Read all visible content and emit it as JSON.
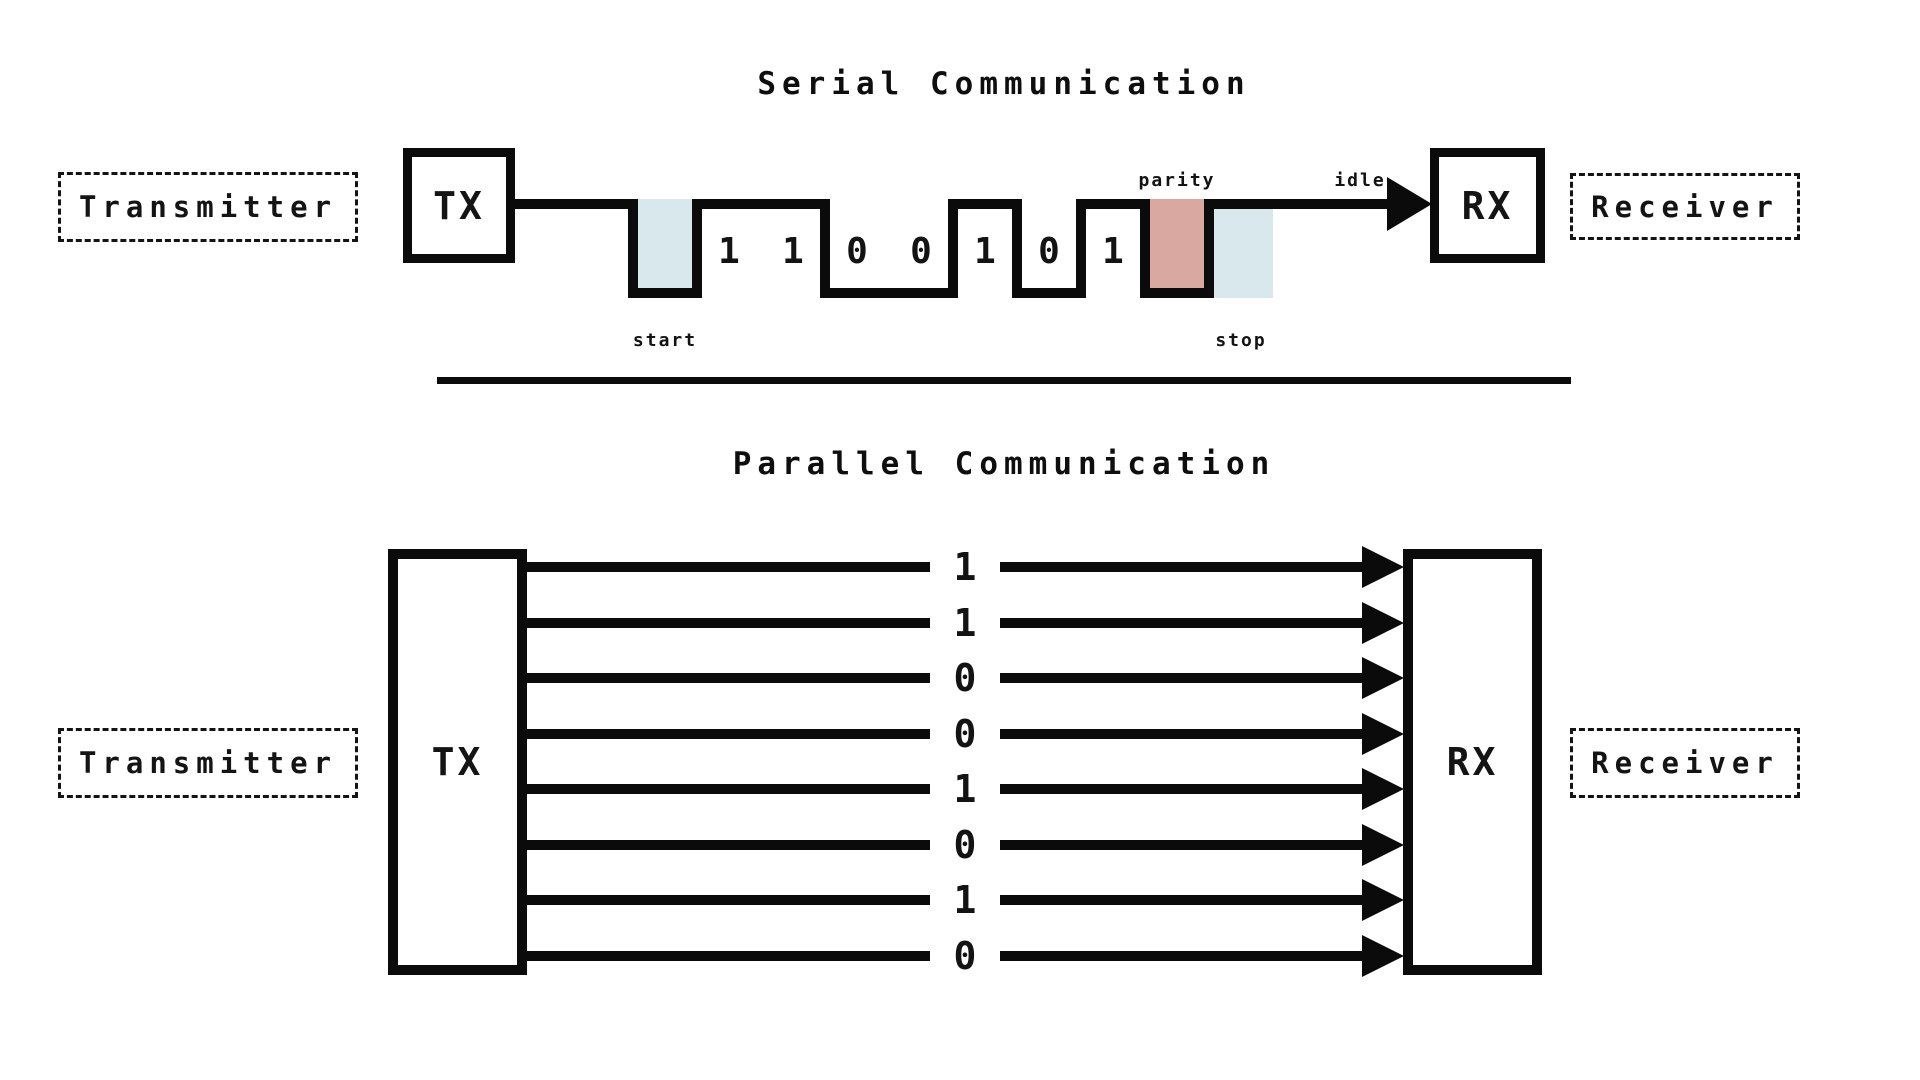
{
  "serial": {
    "title": "Serial Communication",
    "transmitter_label": "Transmitter",
    "receiver_label": "Receiver",
    "tx_label": "TX",
    "rx_label": "RX",
    "bits": [
      "1",
      "1",
      "0",
      "0",
      "1",
      "0",
      "1"
    ],
    "labels": {
      "start": "start",
      "stop": "stop",
      "parity": "parity",
      "idle": "idle"
    }
  },
  "parallel": {
    "title": "Parallel Communication",
    "transmitter_label": "Transmitter",
    "receiver_label": "Receiver",
    "tx_label": "TX",
    "rx_label": "RX",
    "bits": [
      "1",
      "1",
      "0",
      "0",
      "1",
      "0",
      "1",
      "0"
    ]
  },
  "colors": {
    "ink": "#0b0b0b",
    "start_stop_shade": "#d9e8ec",
    "parity_shade": "#d9a8a1"
  }
}
